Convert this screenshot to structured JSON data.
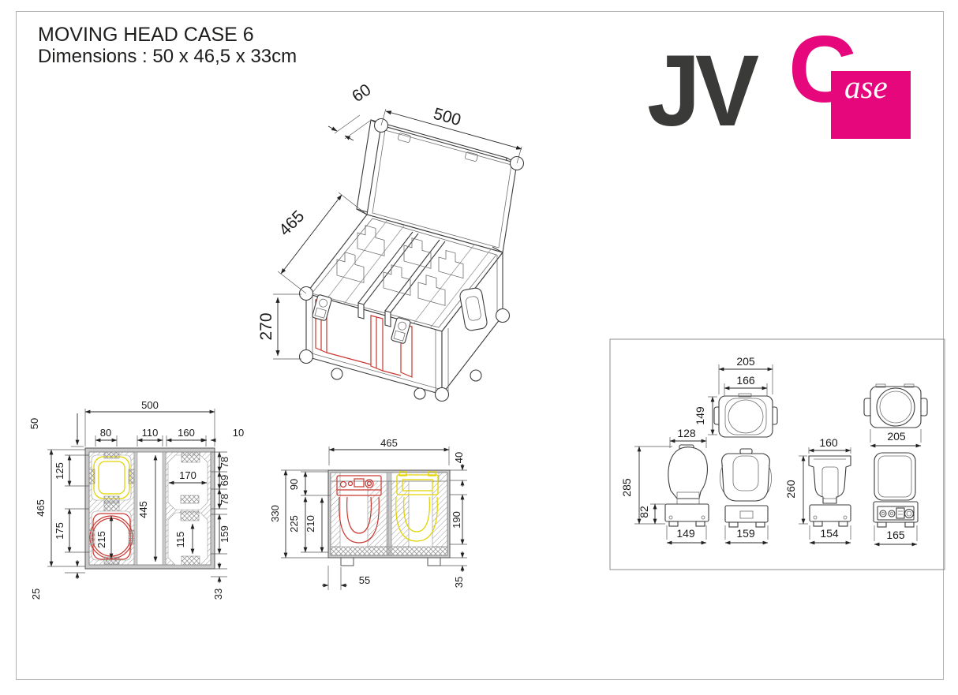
{
  "page": {
    "title": "MOVING HEAD CASE 6",
    "subtitle": "Dimensions : 50 x 46,5 x 33cm"
  },
  "logo": {
    "jv": "JV",
    "c": "C",
    "ase": "ase",
    "pink": "#e6077c",
    "dark": "#3a3a38"
  },
  "iso": {
    "d60": "60",
    "d500": "500",
    "d465": "465",
    "d270": "270"
  },
  "plan": {
    "d500": "500",
    "d50": "50",
    "d80": "80",
    "d110": "110",
    "d160": "160",
    "d10": "10",
    "d465": "465",
    "d125": "125",
    "d175": "175",
    "d25": "25",
    "d215": "215",
    "d445": "445",
    "d170": "170",
    "d115": "115",
    "d78a": "78",
    "d69": "69",
    "d78b": "78",
    "d159": "159",
    "d33": "33"
  },
  "section": {
    "d465": "465",
    "d40": "40",
    "d330": "330",
    "d90": "90",
    "d225": "225",
    "d210": "210",
    "d190": "190",
    "d55": "55",
    "d35": "35"
  },
  "fixtures": {
    "a205": "205",
    "a166": "166",
    "a149": "149",
    "b205": "205",
    "c128": "128",
    "c285": "285",
    "c82": "82",
    "c149": "149",
    "d159": "159",
    "e160": "160",
    "e260": "260",
    "e154": "154",
    "f165": "165"
  }
}
